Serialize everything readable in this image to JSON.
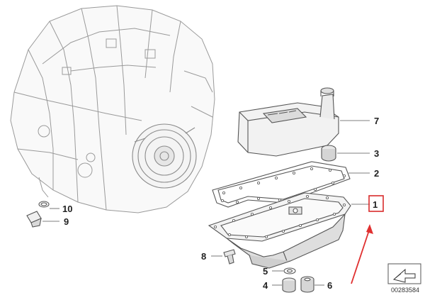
{
  "diagram": {
    "colors": {
      "line": "#555555",
      "light_line": "#9a9a9a",
      "highlight_box": "#d92b2b",
      "arrow": "#e03030",
      "part_fill": "#f2f2f2",
      "part_shade": "#d9d9d9"
    },
    "callouts": {
      "c1": "1",
      "c2": "2",
      "c3": "3",
      "c4": "4",
      "c5": "5",
      "c6": "6",
      "c7": "7",
      "c8": "8",
      "c9": "9",
      "c10": "10"
    },
    "highlighted_callout": "1",
    "doc_number": "00283584",
    "icons": [
      "transmission-housing",
      "oil-filter",
      "seal-ring",
      "gasket",
      "oil-pan",
      "bolt",
      "drain-plug",
      "washer",
      "screw-plug",
      "o-ring",
      "pointer-arrow",
      "catalog-symbol"
    ]
  }
}
